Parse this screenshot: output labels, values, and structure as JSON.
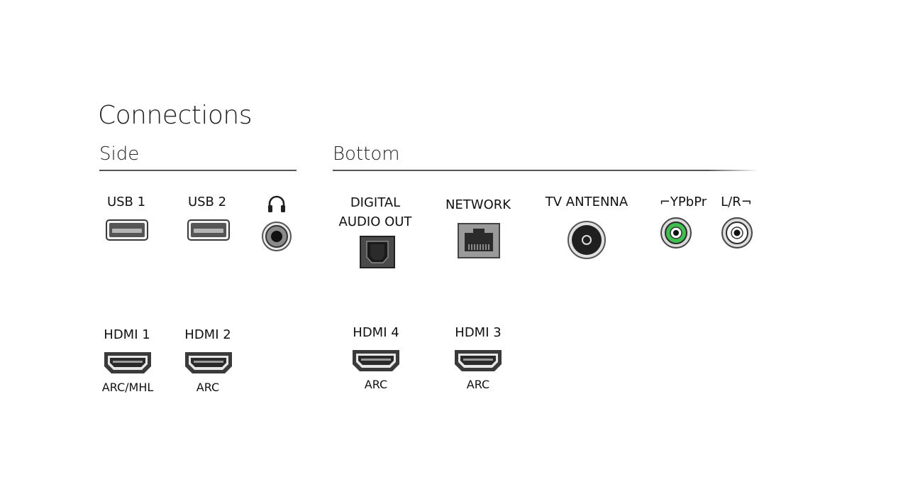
{
  "title": "Connections",
  "sections": {
    "side": "Side",
    "bottom": "Bottom"
  },
  "ports": {
    "usb1": "USB 1",
    "usb2": "USB 2",
    "digital_audio_out": [
      "DIGITAL",
      "AUDIO OUT"
    ],
    "network": "NETWORK",
    "tv_antenna": "TV ANTENNA",
    "ypbpr": "⌐YPbPr",
    "lr": "L/R¬",
    "hdmi1": {
      "label": "HDMI 1",
      "sub": "ARC/MHL"
    },
    "hdmi2": {
      "label": "HDMI 2",
      "sub": "ARC"
    },
    "hdmi4": {
      "label": "HDMI 4",
      "sub": "ARC"
    },
    "hdmi3": {
      "label": "HDMI 3",
      "sub": "ARC"
    }
  },
  "icons": {
    "usb": "usb-port-icon",
    "headphone": "headphone-icon",
    "headphone_jack": "headphone-jack-icon",
    "optical": "optical-audio-port-icon",
    "network": "ethernet-port-icon",
    "antenna": "coax-antenna-port-icon",
    "rca_green": "green-rca-jack-icon",
    "rca_white": "white-rca-jack-icon",
    "hdmi": "hdmi-port-icon"
  },
  "colors": {
    "ypbpr_jack": "#3fbf4f",
    "port_body": "#3a3a3a"
  }
}
